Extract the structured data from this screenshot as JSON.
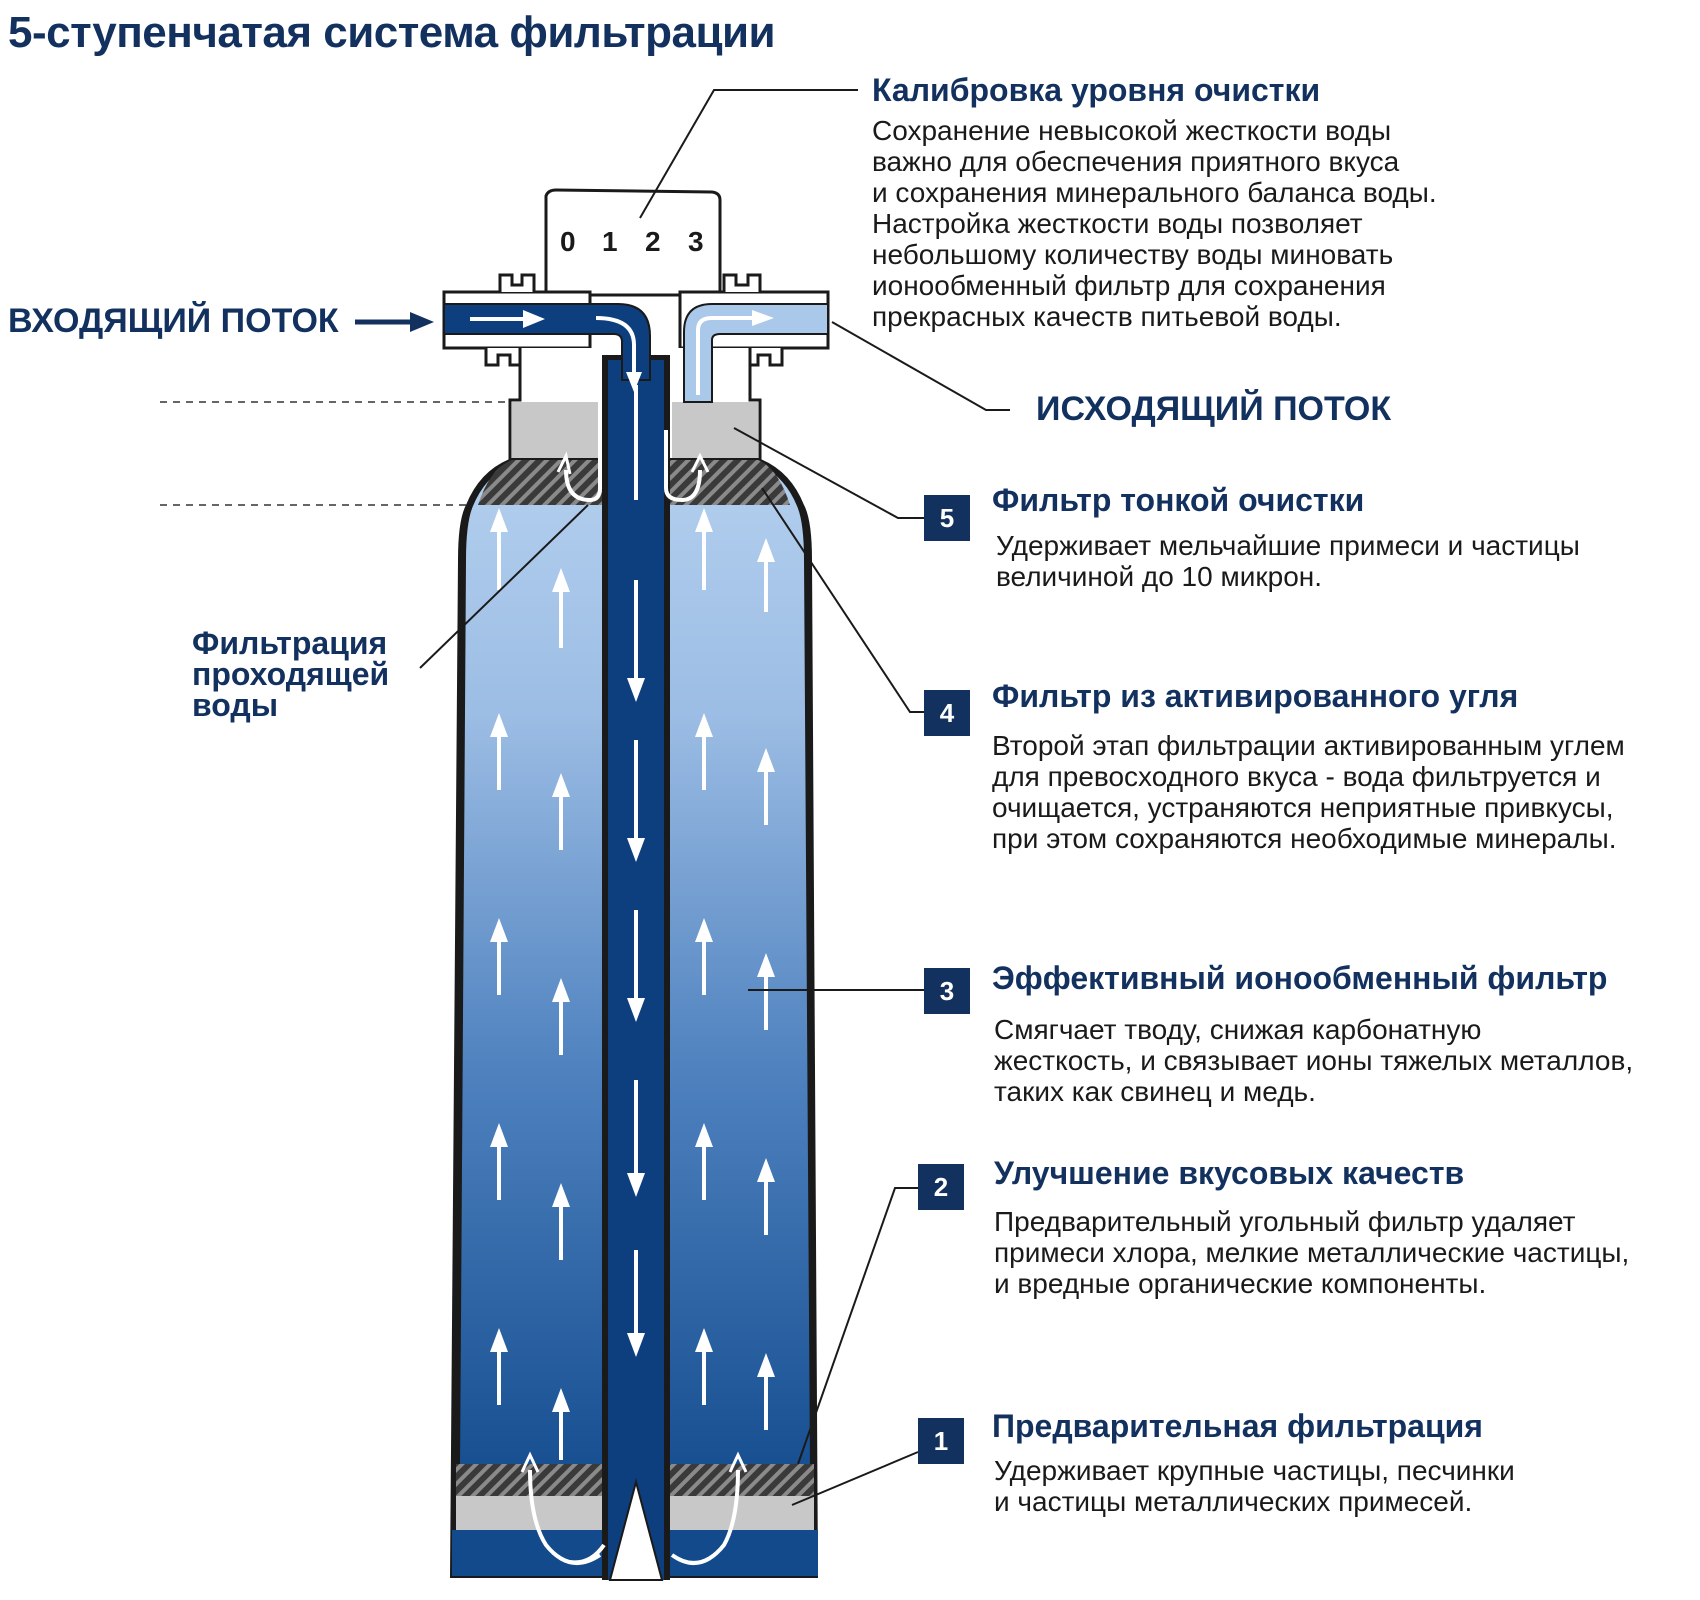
{
  "title": "5-ступенчатая система фильтрации",
  "calibration": {
    "title": "Калибровка уровня очистки",
    "text": "Сохранение невысокой жесткости воды\nважно для обеспечения приятного вкуса\nи сохранения минерального баланса воды.\nНастройка жесткости воды позволяет\nнебольшому количеству воды миновать\nионообменный фильтр для сохранения\nпрекрасных качеств питьевой воды.",
    "dial": [
      "0",
      "1",
      "2",
      "3"
    ]
  },
  "inflow_label": "ВХОДЯЩИЙ ПОТОК",
  "outflow_label": "ИСХОДЯЩИЙ ПОТОК",
  "side_label": "Фильтрация\nпроходящей\nводы",
  "stages": [
    {
      "number": "5",
      "title": "Фильтр тонкой очистки",
      "text": "Удерживает мельчайшие примеси и частицы\nвеличиной до 10 микрон."
    },
    {
      "number": "4",
      "title": "Фильтр из активированного угля",
      "text": "Второй этап фильтрации активированным углем\nдля превосходного вкуса - вода фильтруется и\nочищается, устраняются неприятные привкусы,\nпри этом сохраняются необходимые минералы."
    },
    {
      "number": "3",
      "title": "Эффективный ионообменный фильтр",
      "text": "Смягчает тводу, снижая карбонатную\nжесткость, и связывает ионы тяжелых металлов,\nтаких как свинец и медь."
    },
    {
      "number": "2",
      "title": "Улучшение вкусовых качеств",
      "text": "Предварительный угольный фильтр удаляет\nпримеси хлора, мелкие металлические частицы,\nи вредные органические компоненты."
    },
    {
      "number": "1",
      "title": "Предварительная фильтрация",
      "text": "Удерживает крупные частицы, песчинки\nи частицы металлических примесей."
    }
  ],
  "colors": {
    "navy": "#13315f",
    "tube": "#0d3f7f",
    "water_light": "#a9c8ea",
    "water_dark": "#1f5a9c",
    "grey": "#c8c8c8"
  }
}
